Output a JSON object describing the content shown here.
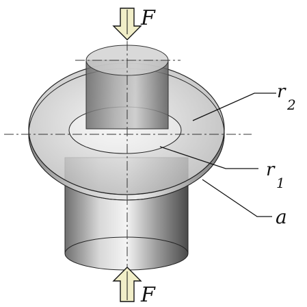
{
  "labels": {
    "force": "F",
    "outer_radius": {
      "main": "r",
      "sub": "2"
    },
    "inner_radius": {
      "main": "r",
      "sub": "1"
    },
    "region": "a"
  },
  "colors": {
    "arrow_fill": "#f1eec8",
    "stroke": "#111111",
    "centerline": "#333333"
  }
}
